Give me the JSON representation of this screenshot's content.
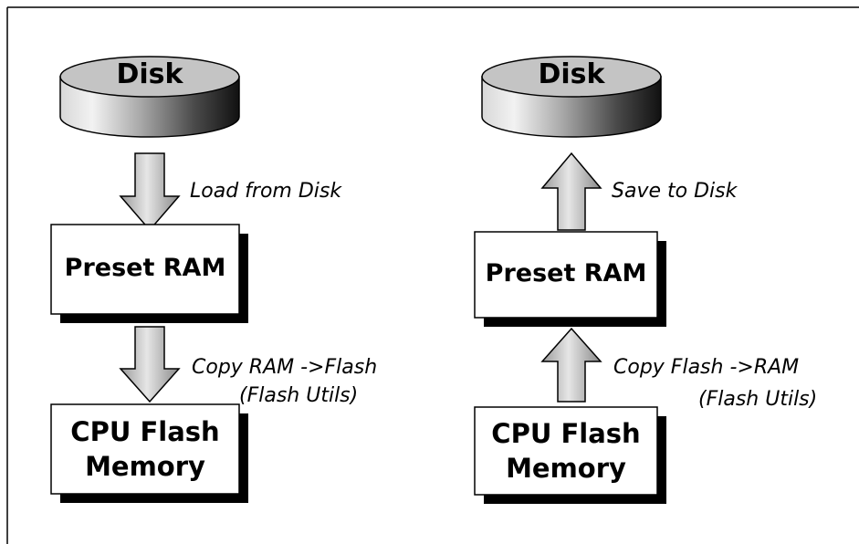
{
  "left": {
    "disk_label": "Disk",
    "action_label": "Load from Disk",
    "ram_label": "Preset RAM",
    "copy_label_line1": "Copy RAM ->Flash",
    "copy_label_line2": "(Flash Utils)",
    "flash_label_line1": "CPU Flash",
    "flash_label_line2": "Memory"
  },
  "right": {
    "disk_label": "Disk",
    "action_label": "Save to Disk",
    "ram_label": "Preset RAM",
    "copy_label_line1": "Copy Flash ->RAM",
    "copy_label_line2": "(Flash Utils)",
    "flash_label_line1": "CPU Flash",
    "flash_label_line2": "Memory"
  }
}
